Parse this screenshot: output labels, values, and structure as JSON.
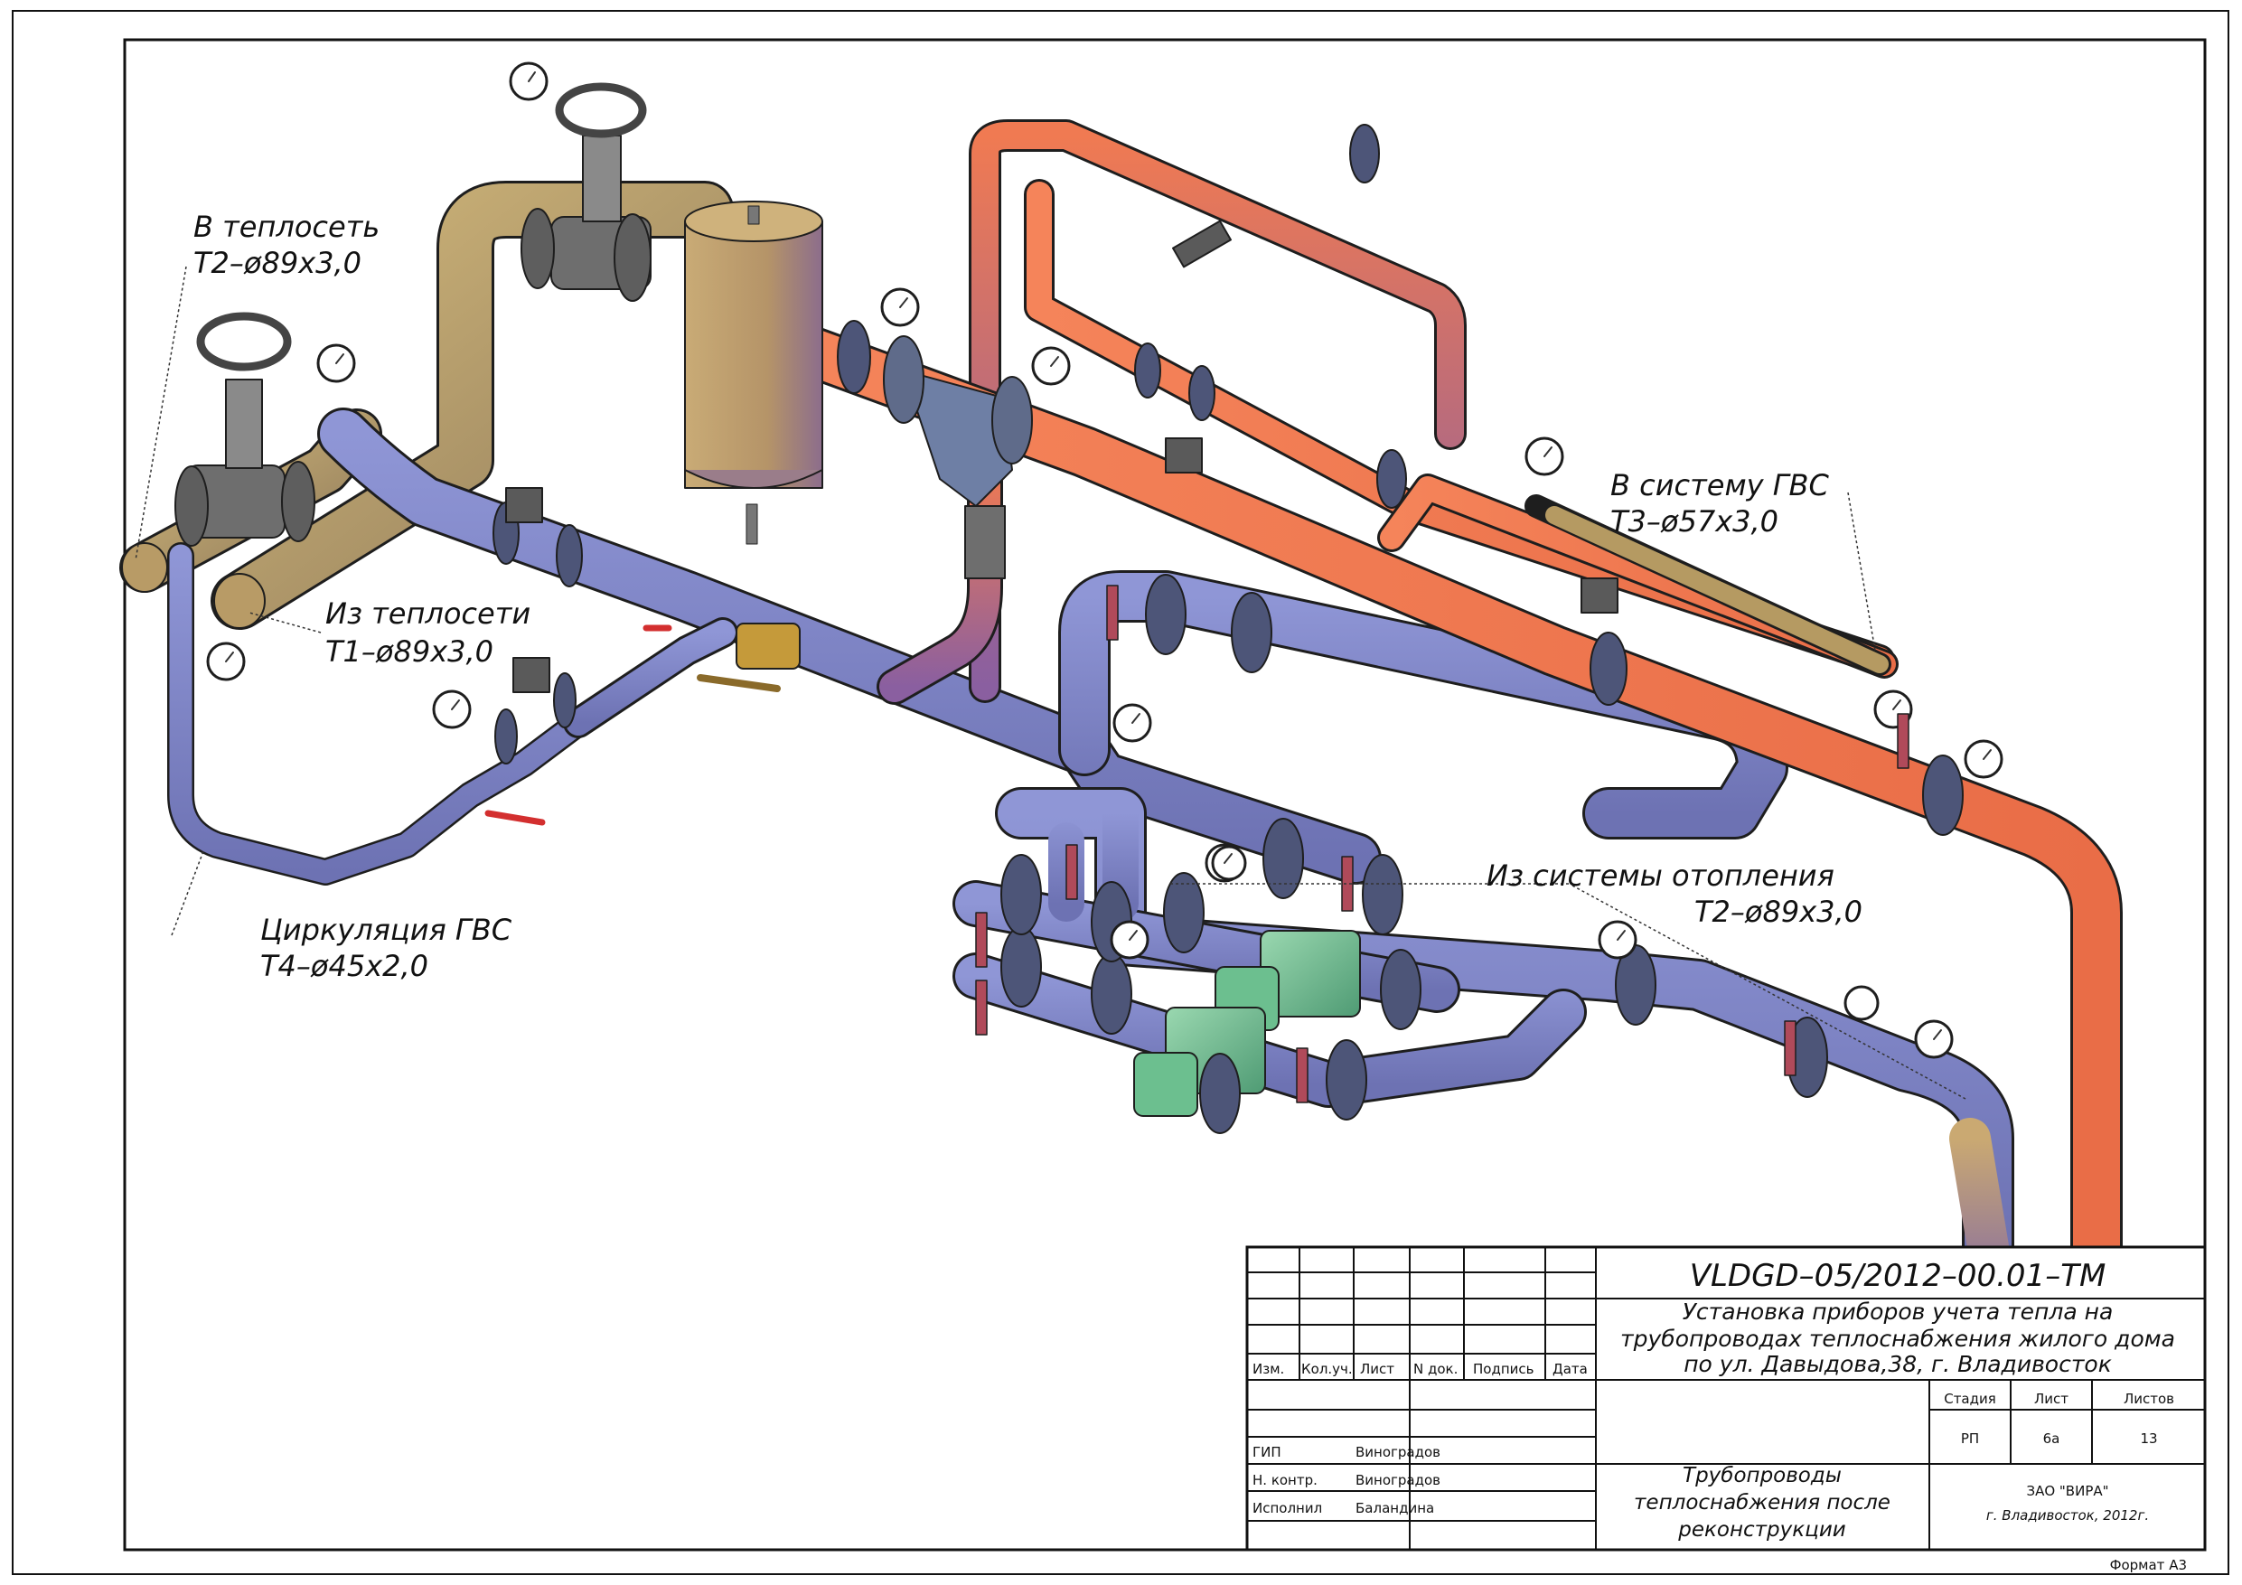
{
  "labels": {
    "to_network": {
      "line1": "В теплосеть",
      "line2": "Т2–ø89x3,0"
    },
    "from_network": {
      "line1": "Из теплосети",
      "line2": "Т1–ø89x3,0"
    },
    "to_dhw": {
      "line1": "В систему ГВС",
      "line2": "Т3–ø57x3,0"
    },
    "dhw_circ": {
      "line1": "Циркуляция ГВС",
      "line2": "Т4–ø45x2,0"
    },
    "from_heating": {
      "line1": "Из системы отопления",
      "line2": "Т2–ø89x3,0"
    }
  },
  "title_block": {
    "doc_code": "VLDGD–05/2012–00.01–ТМ",
    "title_lines": [
      "Установка приборов учета тепла на",
      "трубопроводах теплоснабжения жилого дома",
      "по ул. Давыдова,38, г. Владивосток"
    ],
    "rev_headers": [
      "Изм.",
      "Кол.уч.",
      "Лист",
      "N док.",
      "Подпись",
      "Дата"
    ],
    "signers": [
      {
        "role": "ГИП",
        "name": "Виноградов"
      },
      {
        "role": "Н. контр.",
        "name": "Виноградов"
      },
      {
        "role": "Исполнил",
        "name": "Баландина"
      }
    ],
    "stage_header": "Стадия",
    "sheet_header": "Лист",
    "sheets_header": "Листов",
    "stage": "РП",
    "sheet": "6а",
    "sheets": "13",
    "drawing_name_lines": [
      "Трубопроводы",
      "теплоснабжения после",
      "реконструкции"
    ],
    "company_lines": [
      "ЗАО \"ВИРА\"",
      "г. Владивосток, 2012г."
    ]
  },
  "format_label": "Формат А3",
  "colors": {
    "supply_hot": "#f07a52",
    "return_blue": "#7f86c8",
    "network_tan": "#b59a62",
    "valve_gray": "#6e6e6e",
    "pump_green": "#78c49a",
    "frame": "#111111"
  }
}
